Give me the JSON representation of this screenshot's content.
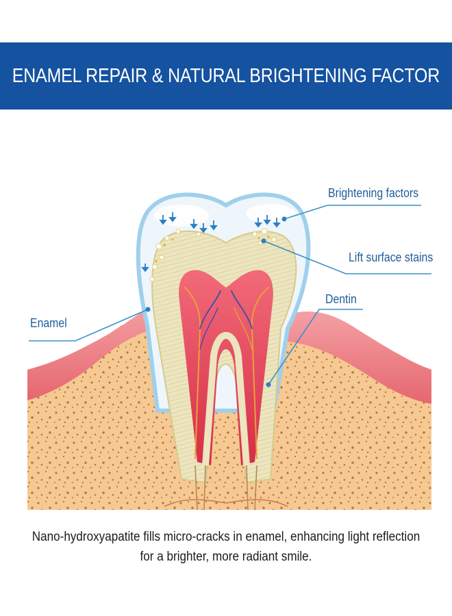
{
  "banner": {
    "title": "ENAMEL REPAIR & NATURAL BRIGHTENING FACTOR"
  },
  "labels": {
    "brightening": "Brightening factors",
    "lift": "Lift surface stains",
    "dentin": "Dentin",
    "enamel": "Enamel"
  },
  "caption": {
    "line1": "Nano-hydroxyapatite fills micro-cracks in enamel, enhancing light reflection",
    "line2": "for a brighter, more radiant smile."
  },
  "colors": {
    "banner": "#1552a0",
    "label_text": "#1f5d9a",
    "leader_line": "#3a8fc8",
    "enamel_outline": "#9fd0ec",
    "enamel_fill": "#eef6fb",
    "dentin": "#e9e2b8",
    "pulp": "#e33f55",
    "gum": "#ef8a8f",
    "bone": "#f7c992",
    "arrow": "#2a7fc6"
  }
}
